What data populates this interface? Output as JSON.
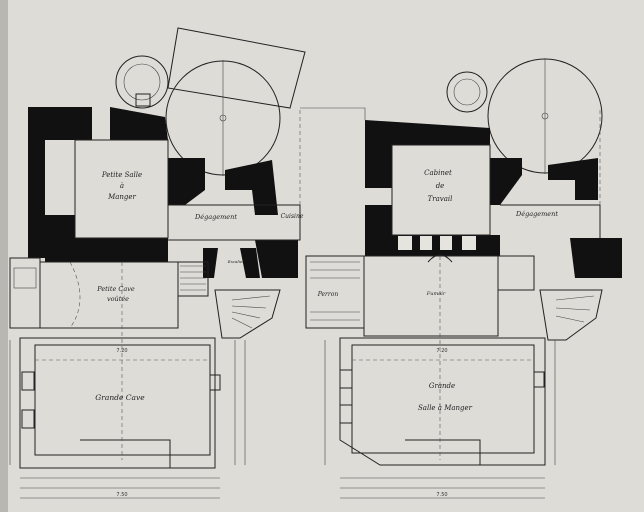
{
  "plans": {
    "left": {
      "room_petite_salle_1": "Petite Salle",
      "room_petite_salle_2": "à",
      "room_petite_salle_3": "Manger",
      "room_degagement": "Dégagement",
      "room_cuisine": "Cuisine",
      "room_escalier": "Escalier",
      "room_petite_cave_1": "Petite Cave",
      "room_petite_cave_2": "voûtée",
      "room_grande_cave": "Grande Cave",
      "dim_top": "7.20",
      "dim_bottom": "7.50"
    },
    "right": {
      "room_cabinet_1": "Cabinet",
      "room_cabinet_2": "de",
      "room_cabinet_3": "Travail",
      "room_degagement": "Dégagement",
      "room_perron": "Perron",
      "room_fumoir": "Fumoir",
      "room_grande_salle_1": "Grande",
      "room_grande_salle_2": "Salle à Manger",
      "dim_top": "7.20",
      "dim_bottom": "7.50"
    }
  }
}
